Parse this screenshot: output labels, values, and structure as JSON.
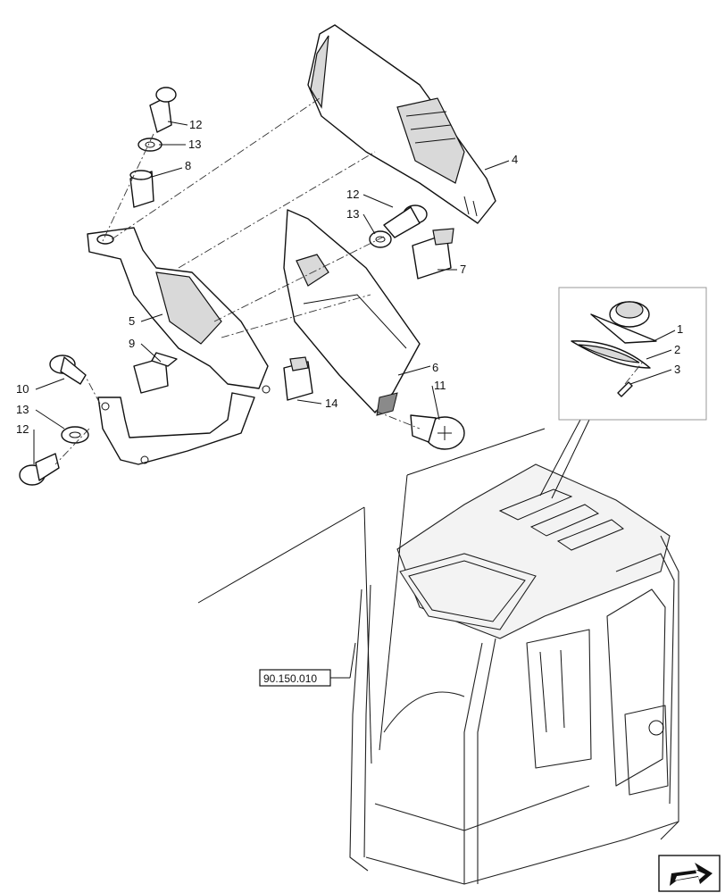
{
  "callouts": {
    "c1": "1",
    "c2": "2",
    "c3": "3",
    "c4": "4",
    "c5": "5",
    "c6": "6",
    "c7": "7",
    "c8": "8",
    "c9": "9",
    "c10": "10",
    "c11": "11",
    "c12a": "12",
    "c12b": "12",
    "c12c": "12",
    "c13a": "13",
    "c13b": "13",
    "c13c": "13",
    "c14": "14"
  },
  "reference": {
    "label": "90.150.010"
  },
  "icons": {
    "nav": "arrow-icon"
  }
}
